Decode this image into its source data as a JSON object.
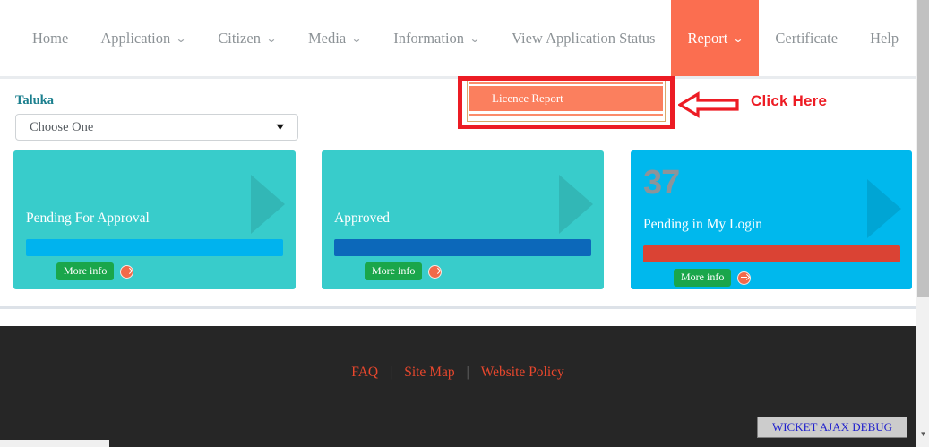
{
  "nav": {
    "items": [
      {
        "label": "Home",
        "has_caret": false,
        "active": false
      },
      {
        "label": "Application",
        "has_caret": true,
        "active": false
      },
      {
        "label": "Citizen",
        "has_caret": true,
        "active": false
      },
      {
        "label": "Media",
        "has_caret": true,
        "active": false
      },
      {
        "label": "Information",
        "has_caret": true,
        "active": false
      },
      {
        "label": "View Application Status",
        "has_caret": false,
        "active": false
      },
      {
        "label": "Report",
        "has_caret": true,
        "active": true
      },
      {
        "label": "Certificate",
        "has_caret": false,
        "active": false
      },
      {
        "label": "Help",
        "has_caret": false,
        "active": false
      }
    ],
    "search_icon": "search-icon",
    "caret_glyph": "⌄",
    "active_color": "#fb6e50",
    "text_color": "#8c9296"
  },
  "dropdown": {
    "items": [
      {
        "label": "Licence Report"
      }
    ],
    "background": "#fb7f5e"
  },
  "annotation": {
    "label": "Click Here",
    "color": "#ed1c24",
    "arrow_direction": "left",
    "box_color": "#ec1c24"
  },
  "filter": {
    "label": "Taluka",
    "label_color": "#1b7f8e",
    "select_value": "Choose One",
    "select_caret": "▼"
  },
  "cards": [
    {
      "number": "",
      "title": "Pending For Approval",
      "more_info_label": "More info",
      "bg_color": "#38cccb",
      "bar_color": "#00b3ee"
    },
    {
      "number": "",
      "title": "Approved",
      "more_info_label": "More info",
      "bg_color": "#38cccb",
      "bar_color": "#0c68ba"
    },
    {
      "number": "37",
      "title": "Pending in My Login",
      "more_info_label": "More info",
      "bg_color": "#00b8ed",
      "bar_color": "#da4334"
    }
  ],
  "footer": {
    "links": [
      "FAQ",
      "Site Map",
      "Website Policy"
    ],
    "separator": "|",
    "link_color": "#e8472d",
    "background": "#262626"
  },
  "debug": {
    "label": "WICKET AJAX DEBUG",
    "text_color": "#2020cc"
  },
  "scrollbar": {
    "down_arrow": "▼"
  }
}
